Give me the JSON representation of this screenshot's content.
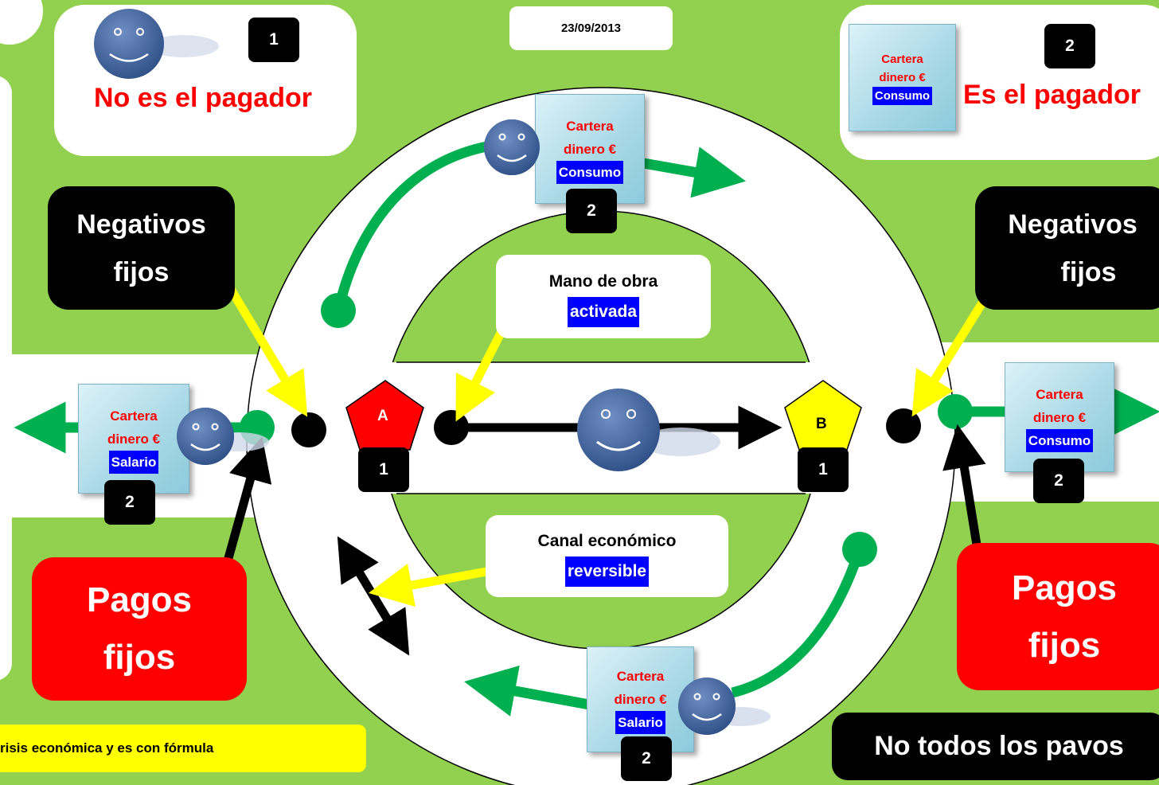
{
  "date": "23/09/2013",
  "note_yellow": "risis económica y es con fórmula",
  "no_pagador": {
    "badge": "1",
    "text": "No es el pagador"
  },
  "es_pagador": {
    "badge": "2",
    "text": "Es el pagador"
  },
  "negativos_left": {
    "line1": "Negativos",
    "line2": "fijos"
  },
  "negativos_right": {
    "line1": "Negativos",
    "line2": "fijos"
  },
  "pagos_left": {
    "line1": "Pagos",
    "line2": "fijos"
  },
  "pagos_right": {
    "line1": "Pagos",
    "line2": "fijos"
  },
  "mano_obra": {
    "line1": "Mano de obra",
    "line2": "activada"
  },
  "canal": {
    "line1": "Canal económico",
    "line2": "reversible"
  },
  "no_todos": "No todos los pavos",
  "wallets": {
    "top_right": {
      "l1": "Cartera",
      "l2": "dinero €",
      "l3": "Consumo"
    },
    "top_center": {
      "l1": "Cartera",
      "l2": "dinero €",
      "l3": "Consumo",
      "badge": "2"
    },
    "left": {
      "l1": "Cartera",
      "l2": "dinero €",
      "l3": "Salario",
      "badge": "2"
    },
    "right": {
      "l1": "Cartera",
      "l2": "dinero €",
      "l3": "Consumo",
      "badge": "2"
    },
    "bottom": {
      "l1": "Cartera",
      "l2": "dinero €",
      "l3": "Salario",
      "badge": "2"
    }
  },
  "node_a": {
    "label": "A",
    "badge": "1",
    "color": "#ff0000"
  },
  "node_b": {
    "label": "B",
    "badge": "1",
    "color": "#ffff00"
  },
  "colors": {
    "background": "#92d050",
    "green_arrow": "#00b050",
    "yellow_pointer": "#ffff00",
    "highlight": "#0000ff",
    "alert": "#ff0000"
  }
}
